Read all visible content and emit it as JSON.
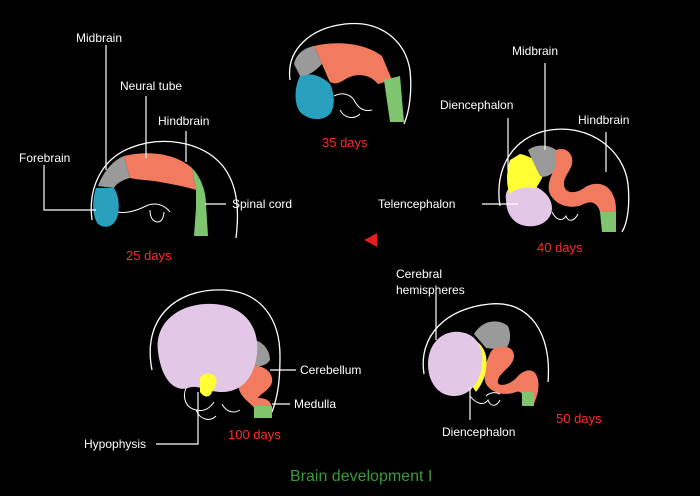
{
  "colors": {
    "background": "#000000",
    "forebrain": "#2aa0bf",
    "midbrain": "#9a9a9a",
    "hindbrain": "#f27a5e",
    "spinal_cord": "#7fc46e",
    "diencephalon": "#ffff33",
    "telencephalon": "#e2c8e6",
    "age_label": "#ff2a2a",
    "caption": "#3a9a3a",
    "arrow": "#e02020"
  },
  "stages": {
    "d25": {
      "age": "25 days",
      "labels": {
        "midbrain": "Midbrain",
        "neural_tube": "Neural tube",
        "hindbrain": "Hindbrain",
        "forebrain": "Forebrain",
        "spinal_cord": "Spinal cord"
      }
    },
    "d35": {
      "age": "35 days"
    },
    "d40": {
      "age": "40 days",
      "labels": {
        "midbrain": "Midbrain",
        "diencephalon": "Diencephalon",
        "hindbrain": "Hindbrain",
        "telencephalon": "Telencephalon"
      }
    },
    "d50": {
      "age": "50 days",
      "labels": {
        "cerebral_1": "Cerebral",
        "cerebral_2": "hemispheres",
        "diencephalon": "Diencephalon"
      }
    },
    "d100": {
      "age": "100 days",
      "labels": {
        "cerebellum": "Cerebellum",
        "medulla": "Medulla",
        "hypophysis": "Hypophysis"
      }
    }
  },
  "caption": "Brain development I"
}
